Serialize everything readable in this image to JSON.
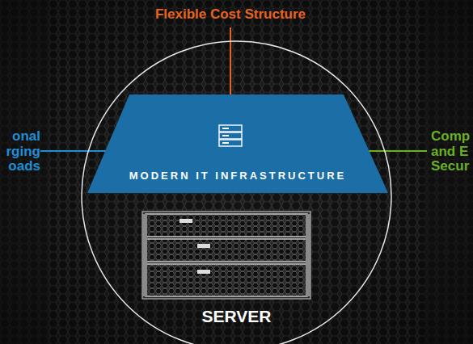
{
  "diagram": {
    "nodes": [
      {
        "text": [
          "SERVER"
        ]
      },
      {
        "text": [
          "MODERN IT INFRASTRUCTURE"
        ],
        "in": 0
      }
    ],
    "labels": [
      "Flexible Cost Structure",
      "onal rging oads",
      "Comp and E Secur"
    ]
  }
}
